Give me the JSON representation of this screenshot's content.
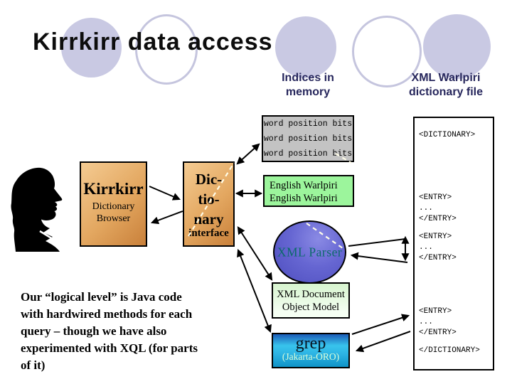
{
  "slide": {
    "title": "Kirrkirr data access",
    "column_labels": {
      "indices": "Indices in\nmemory",
      "xml_file": "XML Warlpiri\ndictionary file"
    },
    "notes": "Our “logical level” is Java code\nwith hardwired methods for each\nquery – though we have also\nexperimented with XQL (for parts\nof it)"
  },
  "nodes": {
    "kirrkirr": {
      "title": "Kirrkirr",
      "subtitle": "Dictionary\nBrowser"
    },
    "dictionary_interface": {
      "title": "Dic-\ntio-\nnary",
      "subtitle": "interface"
    },
    "word_bits": {
      "text": "word position bits\nword position bits\nword position bits"
    },
    "english_warlpiri": {
      "text": "English Warlpiri\nEnglish Warlpiri"
    },
    "xml_parser": {
      "label": "XML Parser"
    },
    "dom": {
      "label": "XML Document\nObject Model"
    },
    "grep": {
      "title": "grep",
      "subtitle": "(Jakarta-ORO)"
    },
    "xml_file": {
      "open": "<DICTIONARY>",
      "entry": "<ENTRY>\n...\n</ENTRY>",
      "close": "</DICTIONARY>"
    }
  },
  "colors": {
    "circle_fill": "#c9c9e3",
    "box_orange_light": "#f4cb92",
    "box_orange_dark": "#c9803a",
    "box_gray": "#c3c3c3",
    "box_green": "#9cf59c",
    "dom_green": "#d7f4cf",
    "parser_blue": "#6666d2",
    "grep_cyan": "#38c4ec",
    "heading_navy": "#26265c",
    "parser_text_teal": "#0c6a6a",
    "arrow_black": "#000000"
  }
}
